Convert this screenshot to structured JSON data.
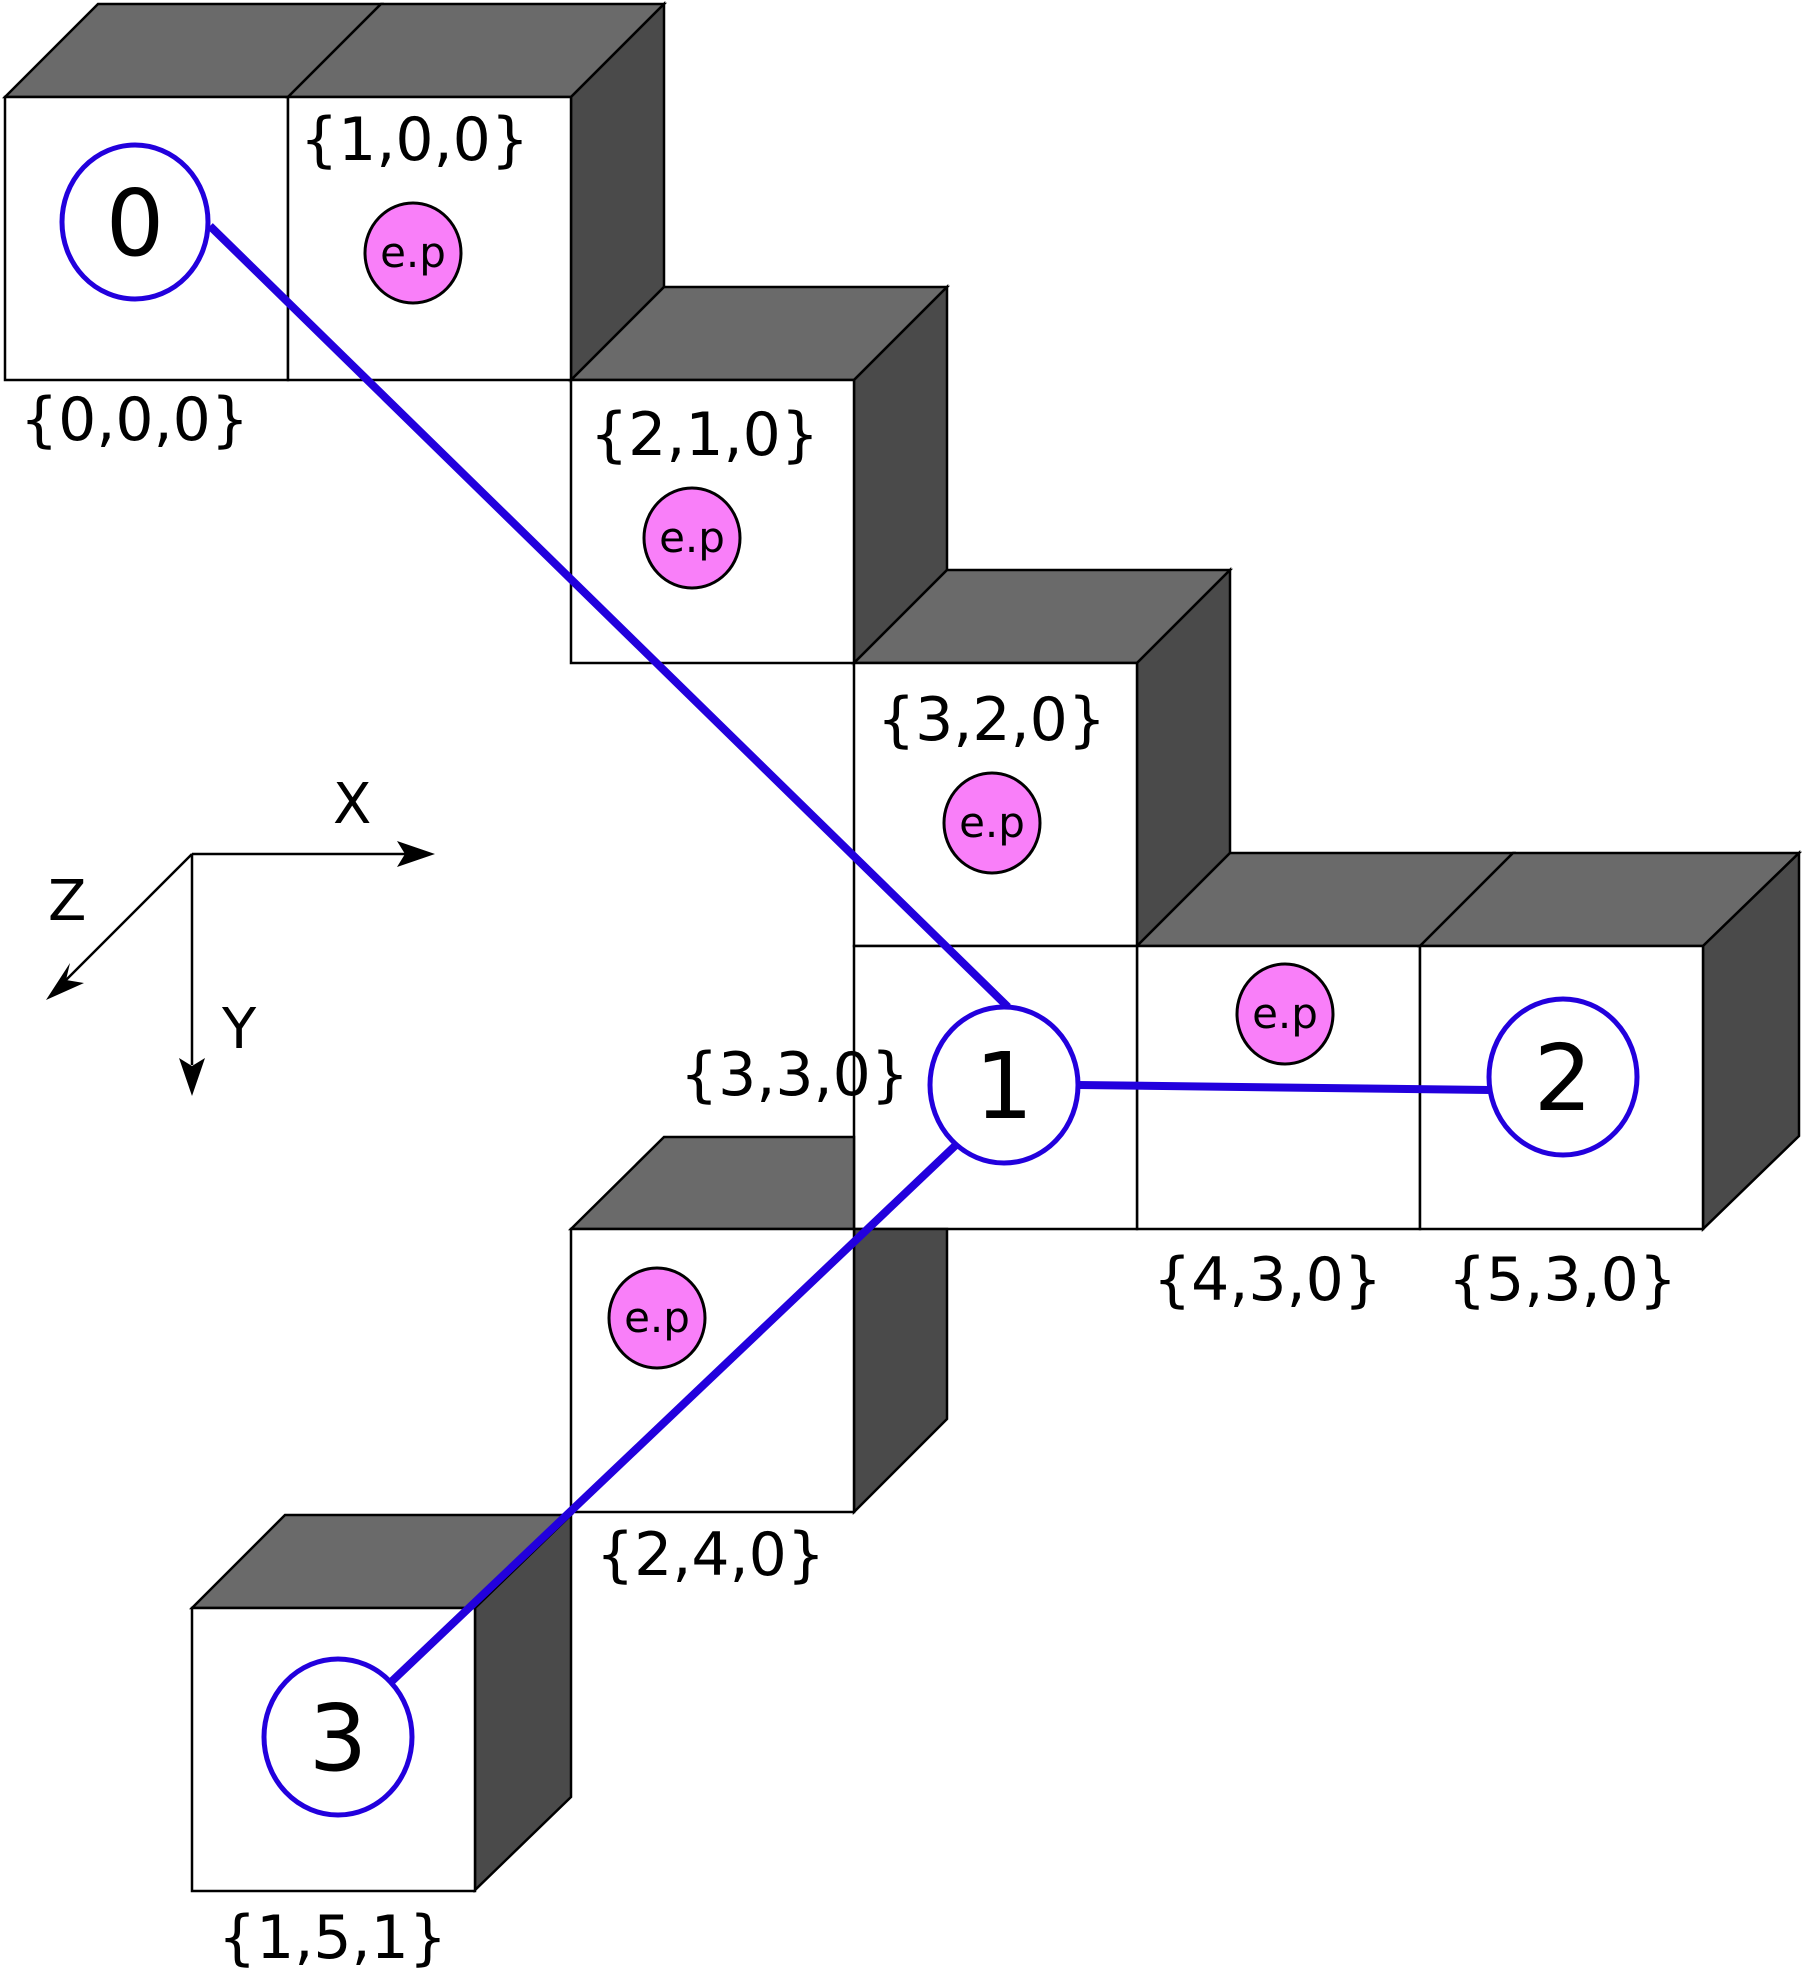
{
  "colors": {
    "cube_front": "#ffffff",
    "cube_top": "#6a6a6a",
    "cube_side": "#4a4a4a",
    "edge_blue": "#2200dd",
    "ep_fill": "#f97ff9",
    "outline": "#000000"
  },
  "axes": {
    "x": "X",
    "y": "Y",
    "z": "Z"
  },
  "cells": [
    {
      "id": "c000",
      "coord": "{0,0,0}"
    },
    {
      "id": "c100",
      "coord": "{1,0,0}"
    },
    {
      "id": "c210",
      "coord": "{2,1,0}"
    },
    {
      "id": "c320",
      "coord": "{3,2,0}"
    },
    {
      "id": "c330",
      "coord": "{3,3,0}"
    },
    {
      "id": "c430",
      "coord": "{4,3,0}"
    },
    {
      "id": "c530",
      "coord": "{5,3,0}"
    },
    {
      "id": "c240",
      "coord": "{2,4,0}"
    },
    {
      "id": "c151",
      "coord": "{1,5,1}"
    }
  ],
  "ep_label": "e.p",
  "nodes": [
    {
      "id": "n0",
      "label": "0"
    },
    {
      "id": "n1",
      "label": "1"
    },
    {
      "id": "n2",
      "label": "2"
    },
    {
      "id": "n3",
      "label": "3"
    }
  ],
  "edges": [
    {
      "from": "n0",
      "to": "n1"
    },
    {
      "from": "n1",
      "to": "n2"
    },
    {
      "from": "n1",
      "to": "n3"
    }
  ]
}
